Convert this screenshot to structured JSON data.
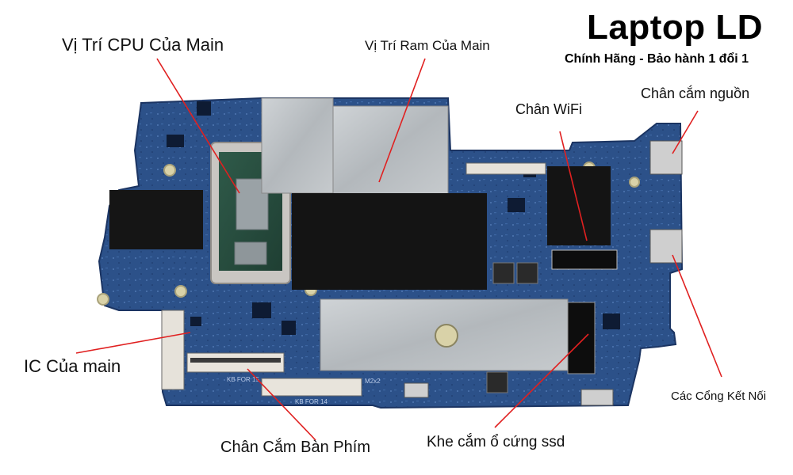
{
  "brand": {
    "title": "Laptop LD",
    "subtitle": "Chính Hãng - Bảo hành 1 đổi 1"
  },
  "labels": {
    "cpu": "Vị Trí CPU Của Main",
    "ram": "Vị Trí Ram Của Main",
    "wifi": "Chân WiFi",
    "power": "Chân cắm nguồn",
    "ic": "IC Của main",
    "ports": "Các Cổng Kết Nối",
    "keyboard": "Chân Cắm Bàn Phím",
    "ssd": "Khe cắm ổ cứng ssd"
  },
  "board_silkscreen": {
    "kb_for_15": "KB FOR 15",
    "kb_for_14": "KB FOR 14",
    "m2": "M2x2"
  },
  "colors": {
    "pcb": "#2b4f86",
    "pcb_dark": "#1d3868",
    "callout_line": "#e02020",
    "shield": "#b8bcc0",
    "tape": "#141414"
  }
}
